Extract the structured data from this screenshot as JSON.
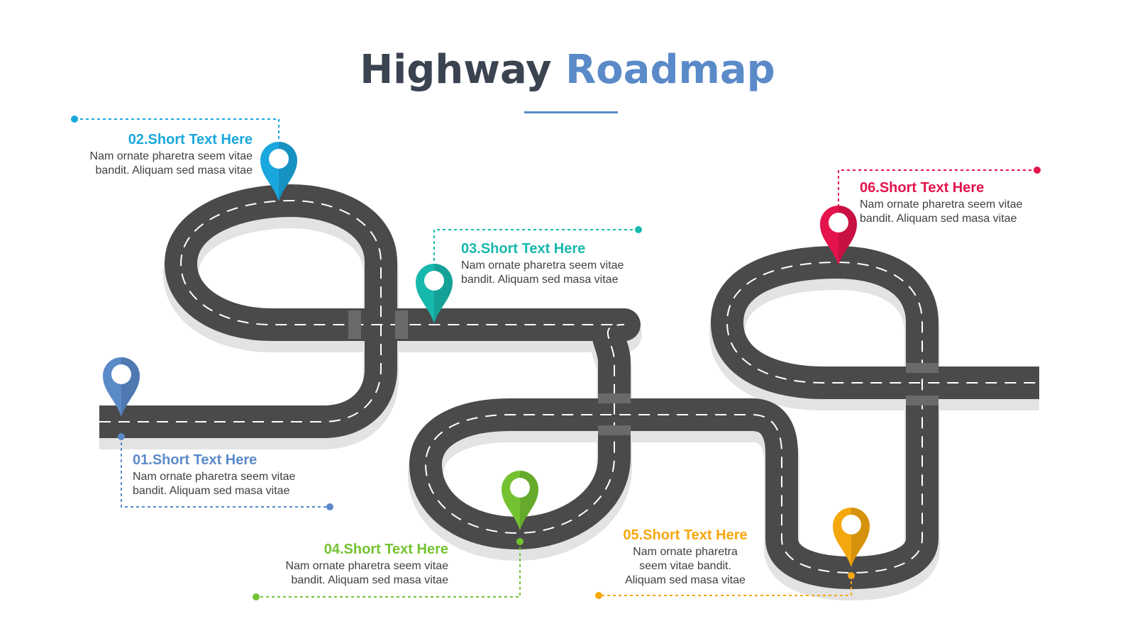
{
  "title": {
    "part1": "Highway",
    "part2": "Roadmap"
  },
  "colors": {
    "title_dark": "#3a4350",
    "title_accent": "#5b8ac9",
    "road": "#4a4a4a",
    "road_shadow": "#e3e3e3",
    "lane_marking": "#ffffff"
  },
  "milestones": [
    {
      "number": "01.",
      "heading": "Short Text Here",
      "body": "Nam ornate pharetra seem vitae\nbandit. Aliquam sed masa vitae",
      "color": "#5b8ac9",
      "icon": "map-pin-icon"
    },
    {
      "number": "02.",
      "heading": "Short Text Here",
      "body": "Nam ornate pharetra seem vitae\nbandit. Aliquam sed masa vitae",
      "color": "#1aa7dd",
      "icon": "map-pin-icon"
    },
    {
      "number": "03.",
      "heading": "Short Text Here",
      "body": "Nam ornate pharetra seem vitae\nbandit. Aliquam sed masa vitae",
      "color": "#17b8ad",
      "icon": "map-pin-icon"
    },
    {
      "number": "04.",
      "heading": "Short Text Here",
      "body": "Nam ornate pharetra seem vitae\nbandit. Aliquam sed masa vitae",
      "color": "#74c232",
      "icon": "map-pin-icon"
    },
    {
      "number": "05.",
      "heading": "Short Text Here",
      "body": "Nam ornate pharetra\nseem vitae bandit.\nAliquam sed masa vitae",
      "color": "#f5a70e",
      "icon": "map-pin-icon"
    },
    {
      "number": "06.",
      "heading": "Short Text Here",
      "body": "Nam ornate pharetra seem vitae\nbandit. Aliquam sed masa vitae",
      "color": "#e4134c",
      "icon": "map-pin-icon"
    }
  ]
}
